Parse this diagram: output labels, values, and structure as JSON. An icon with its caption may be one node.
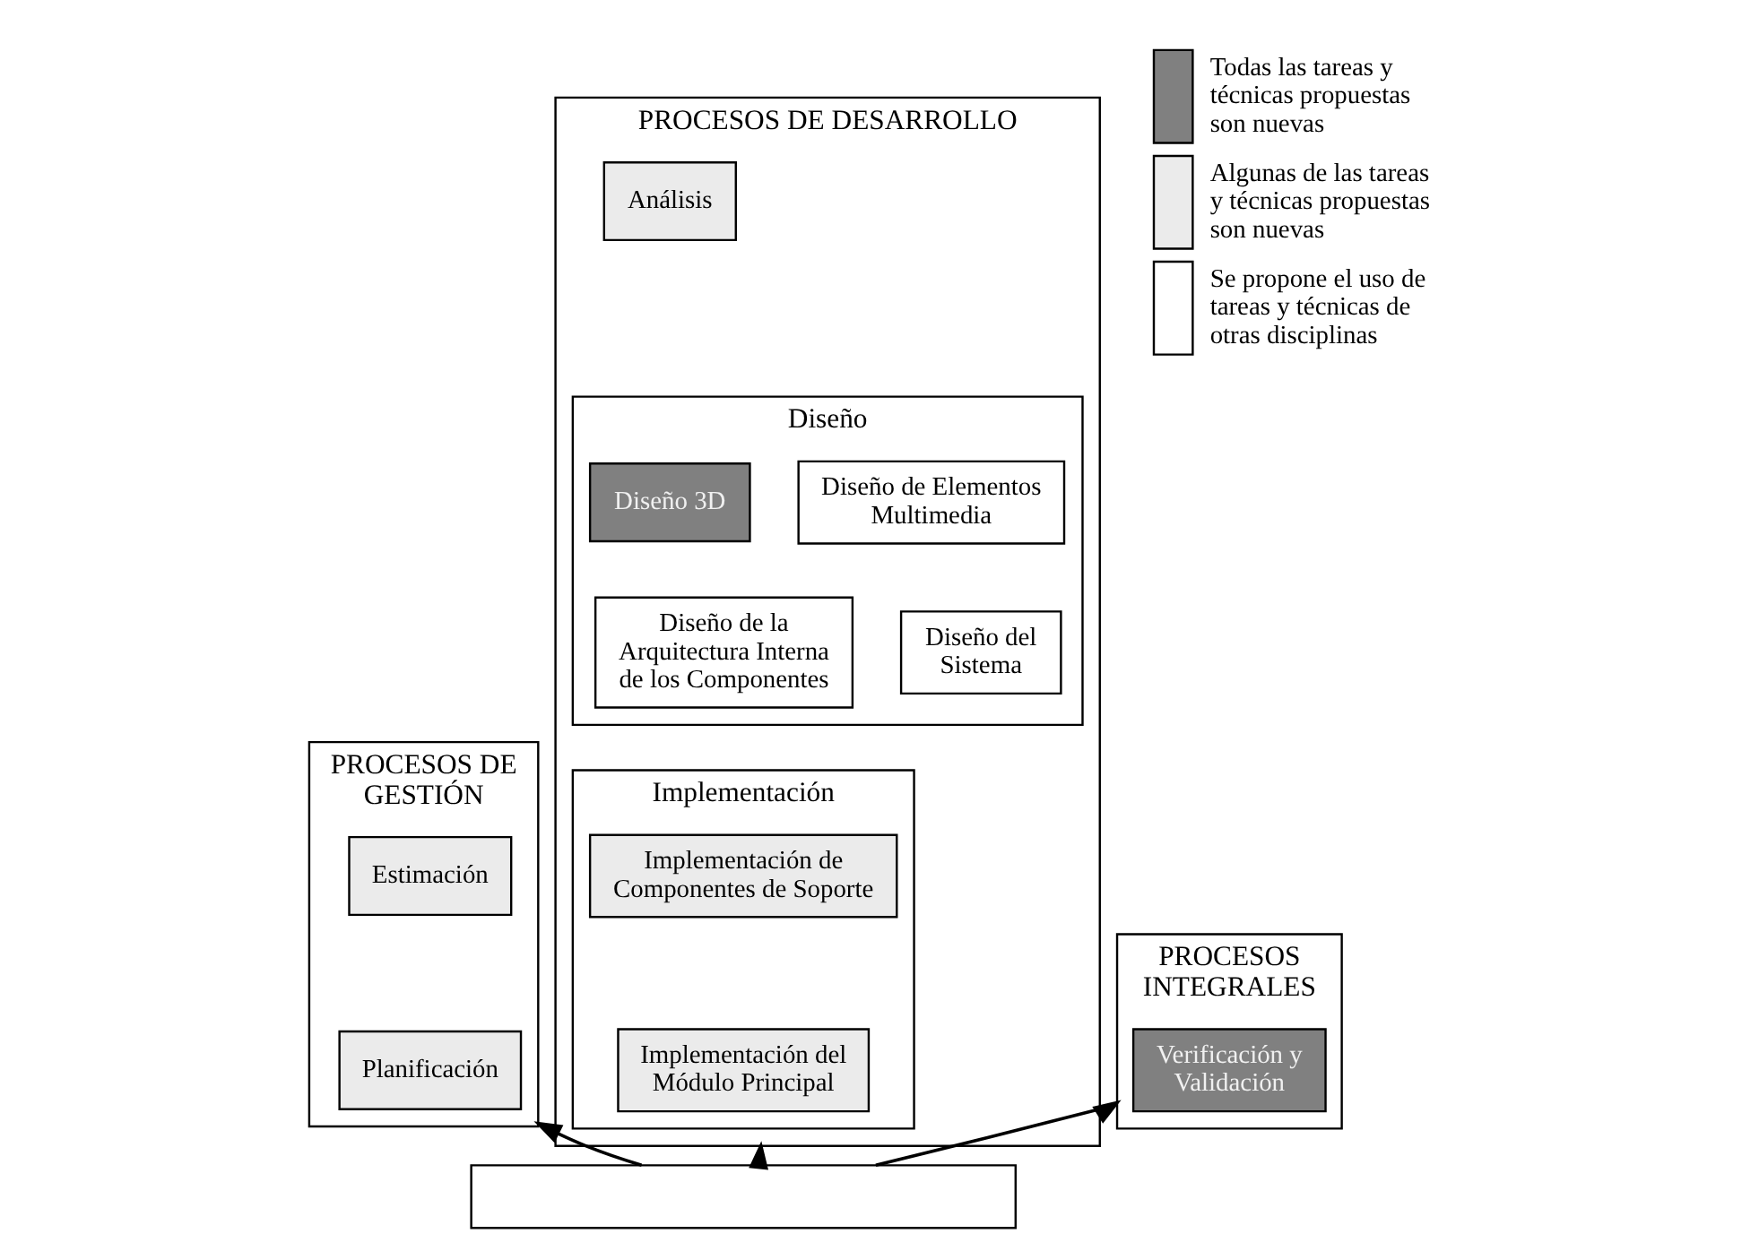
{
  "diagram": {
    "nodes": [
      {
        "text": [
          "PROCESOS DE DESARROLLO"
        ]
      },
      {
        "text": [
          "Análisis"
        ],
        "in": 0
      },
      {
        "text": [
          "Diseño"
        ],
        "in": 0
      },
      {
        "text": [
          "Diseño 3D"
        ],
        "in": 2
      },
      {
        "text": [
          "Diseño de Elementos Multimedia"
        ],
        "in": 2
      },
      {
        "text": [
          "Diseño de la Arquitectura Interna de los Componentes"
        ],
        "in": 2
      },
      {
        "text": [
          "Diseño del Sistema"
        ],
        "in": 2
      },
      {
        "text": [
          "Implementación"
        ],
        "in": 0
      },
      {
        "text": [
          "Implementación de Componentes de Soporte"
        ],
        "in": 7
      },
      {
        "text": [
          "Implementación del Módulo Principal"
        ],
        "in": 7
      },
      {
        "text": [
          "PROCESOS DE GESTIÓN"
        ]
      },
      {
        "text": [
          "Estimación"
        ],
        "in": 10
      },
      {
        "text": [
          "Planificación"
        ],
        "in": 10
      },
      {
        "text": [
          "PROCESOS INTEGRALES"
        ]
      },
      {
        "text": [
          "Verificación y Validación"
        ],
        "in": 13
      },
      {
        "text": [],
        "shape": "box"
      }
    ],
    "edges": [
      {
        "from": 15,
        "to": 0,
        "arrow": "to"
      },
      {
        "from": 15,
        "to": 10,
        "arrow": "to"
      },
      {
        "from": 15,
        "to": 13,
        "arrow": "to"
      }
    ],
    "legend": [
      {
        "text": "Todas las tareas y técnicas propuestas son nuevas",
        "color": "#808080"
      },
      {
        "text": "Algunas de las tareas y técnicas propuestas son nuevas",
        "color": "#ebebeb"
      },
      {
        "text": "Se propone el uso de tareas y técnicas de otras disciplinas",
        "color": "#ffffff"
      }
    ]
  }
}
